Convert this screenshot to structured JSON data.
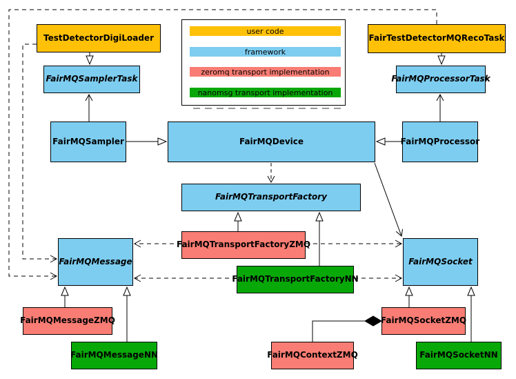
{
  "diagram": {
    "legend": {
      "items": [
        {
          "label": "user code",
          "key": "user_code",
          "color": "#FFC107"
        },
        {
          "label": "framework",
          "key": "framework",
          "color": "#7DCDF0"
        },
        {
          "label": "zeromq transport implementation",
          "key": "zeromq",
          "color": "#F97D74"
        },
        {
          "label": "nanomsg transport implementation",
          "key": "nanomsg",
          "color": "#09A809"
        }
      ]
    },
    "nodes": {
      "testDetectorDigiLoader": {
        "label": "TestDetectorDigiLoader",
        "category": "user_code",
        "abstract": false
      },
      "fairMQSamplerTask": {
        "label": "FairMQSamplerTask",
        "category": "framework",
        "abstract": true
      },
      "fairTestDetectorMQRecoTask": {
        "label": "FairTestDetectorMQRecoTask",
        "category": "user_code",
        "abstract": false
      },
      "fairMQProcessorTask": {
        "label": "FairMQProcessorTask",
        "category": "framework",
        "abstract": true
      },
      "fairMQSampler": {
        "label": "FairMQSampler",
        "category": "framework",
        "abstract": false
      },
      "fairMQDevice": {
        "label": "FairMQDevice",
        "category": "framework",
        "abstract": false
      },
      "fairMQProcessor": {
        "label": "FairMQProcessor",
        "category": "framework",
        "abstract": false
      },
      "fairMQTransportFactory": {
        "label": "FairMQTransportFactory",
        "category": "framework",
        "abstract": true
      },
      "fairMQTransportFactoryZMQ": {
        "label": "FairMQTransportFactoryZMQ",
        "category": "zeromq",
        "abstract": false
      },
      "fairMQTransportFactoryNN": {
        "label": "FairMQTransportFactoryNN",
        "category": "nanomsg",
        "abstract": false
      },
      "fairMQMessage": {
        "label": "FairMQMessage",
        "category": "framework",
        "abstract": true
      },
      "fairMQSocket": {
        "label": "FairMQSocket",
        "category": "framework",
        "abstract": true
      },
      "fairMQMessageZMQ": {
        "label": "FairMQMessageZMQ",
        "category": "zeromq",
        "abstract": false
      },
      "fairMQMessageNN": {
        "label": "FairMQMessageNN",
        "category": "nanomsg",
        "abstract": false
      },
      "fairMQSocketZMQ": {
        "label": "FairMQSocketZMQ",
        "category": "zeromq",
        "abstract": false
      },
      "fairMQContextZMQ": {
        "label": "FairMQContextZMQ",
        "category": "zeromq",
        "abstract": false
      },
      "fairMQSocketNN": {
        "label": "FairMQSocketNN",
        "category": "nanomsg",
        "abstract": false
      }
    }
  }
}
